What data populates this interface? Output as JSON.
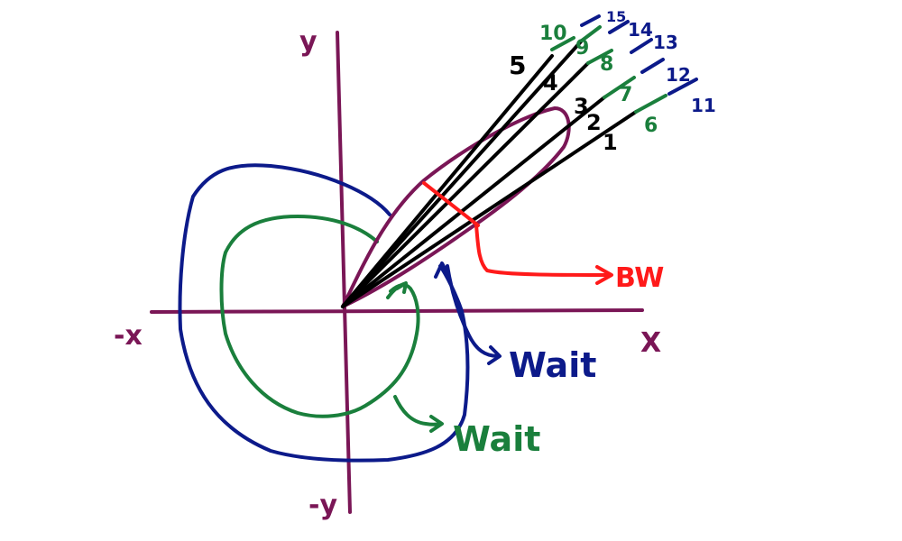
{
  "labels": {
    "y_axis": "y",
    "neg_y_axis": "-y",
    "x_axis": "X",
    "neg_x_axis": "-x",
    "bw": "BW",
    "wait_blue": "Wait",
    "wait_green": "Wait"
  },
  "beams": [
    "1",
    "2",
    "3",
    "4",
    "5"
  ],
  "green_numbers": [
    "6",
    "7",
    "8",
    "9",
    "10"
  ],
  "blue_numbers": [
    "11",
    "12",
    "13",
    "14",
    "15"
  ],
  "colors": {
    "axes": "#7a1656",
    "lobe": "#7a1656",
    "beams": "#000000",
    "green": "#1a7f3c",
    "blue": "#0c1a8a",
    "bw": "#ff1a1a"
  }
}
